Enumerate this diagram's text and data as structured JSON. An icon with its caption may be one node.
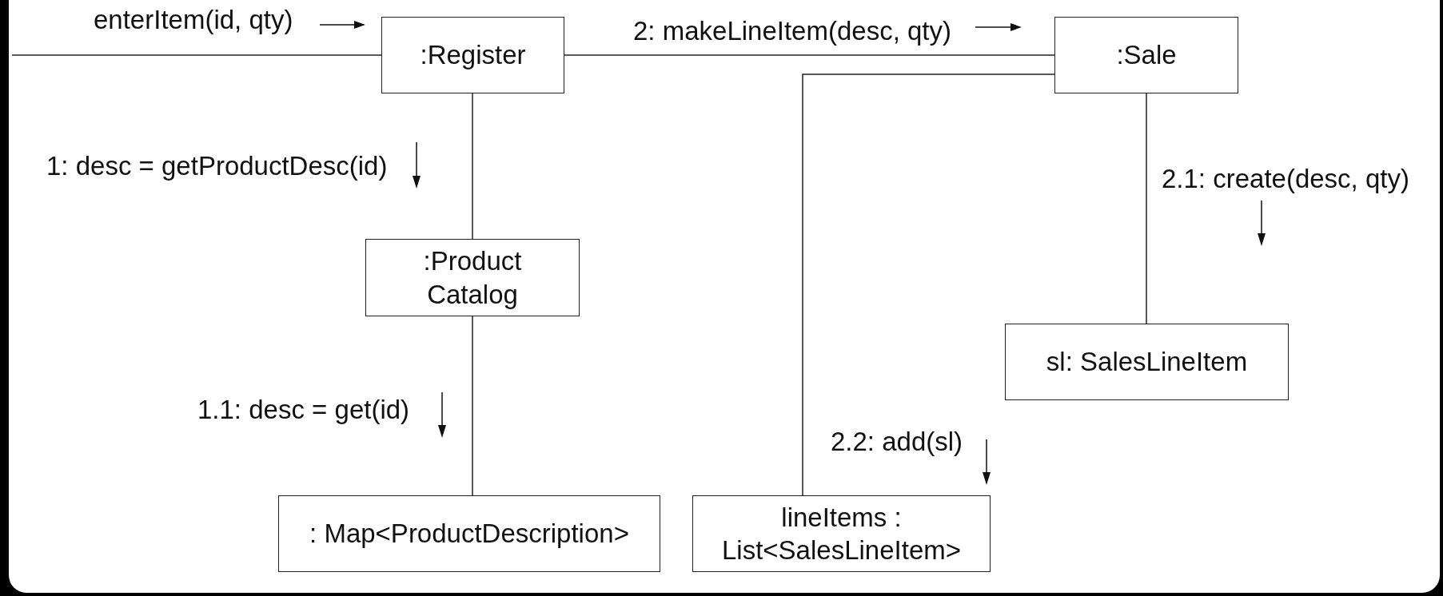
{
  "diagram": {
    "nodes": [
      {
        "text": [
          ":Register"
        ]
      },
      {
        "text": [
          ":Sale"
        ]
      },
      {
        "text": [
          ":Product Catalog"
        ]
      },
      {
        "text": [
          "sl: SalesLineItem"
        ]
      },
      {
        "text": [
          ": Map<ProductDescription>"
        ]
      },
      {
        "text": [
          "lineItems : List<SalesLineItem>"
        ]
      }
    ],
    "edges": [
      {
        "from": null,
        "to": 0,
        "arrow": "none",
        "label": "enterItem(id, qty)"
      },
      {
        "from": 0,
        "to": 1,
        "arrow": "none",
        "label": "2: makeLineItem(desc, qty)"
      },
      {
        "from": 0,
        "to": 2,
        "arrow": "none",
        "label": "1: desc = getProductDesc(id)"
      },
      {
        "from": 2,
        "to": 4,
        "arrow": "none",
        "label": "1.1: desc = get(id)"
      },
      {
        "from": 1,
        "to": 3,
        "arrow": "none",
        "label": "2.1: create(desc, qty)"
      },
      {
        "from": 1,
        "to": 5,
        "arrow": "none",
        "label": "2.2: add(sl)"
      }
    ]
  }
}
